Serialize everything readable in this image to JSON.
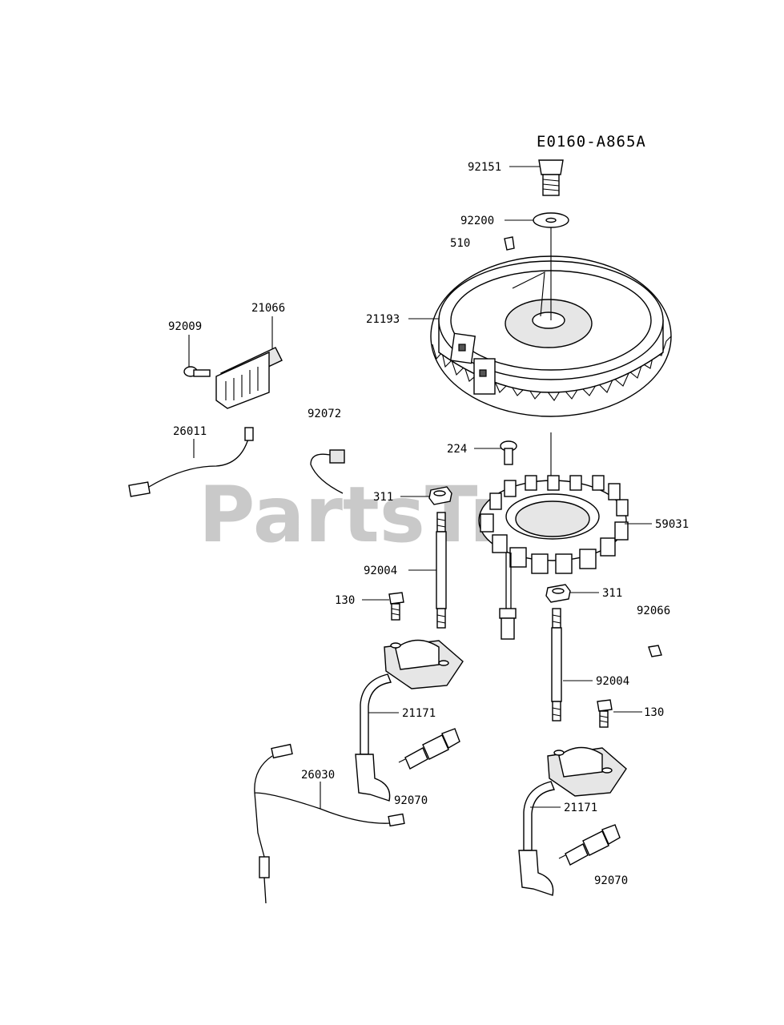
{
  "diagram": {
    "code": "E0160-A865A",
    "watermark": "PartsTree",
    "labels": [
      {
        "id": "92151",
        "text": "92151"
      },
      {
        "id": "92200",
        "text": "92200"
      },
      {
        "id": "510",
        "text": "510"
      },
      {
        "id": "21193",
        "text": "21193"
      },
      {
        "id": "92009",
        "text": "92009"
      },
      {
        "id": "21066",
        "text": "21066"
      },
      {
        "id": "92072",
        "text": "92072"
      },
      {
        "id": "26011",
        "text": "26011"
      },
      {
        "id": "224",
        "text": "224"
      },
      {
        "id": "311a",
        "text": "311"
      },
      {
        "id": "59031",
        "text": "59031"
      },
      {
        "id": "92004a",
        "text": "92004"
      },
      {
        "id": "130a",
        "text": "130"
      },
      {
        "id": "311b",
        "text": "311"
      },
      {
        "id": "92066",
        "text": "92066"
      },
      {
        "id": "92004b",
        "text": "92004"
      },
      {
        "id": "130b",
        "text": "130"
      },
      {
        "id": "21171a",
        "text": "21171"
      },
      {
        "id": "26030",
        "text": "26030"
      },
      {
        "id": "92070a",
        "text": "92070"
      },
      {
        "id": "21171b",
        "text": "21171"
      },
      {
        "id": "92070b",
        "text": "92070"
      }
    ]
  }
}
